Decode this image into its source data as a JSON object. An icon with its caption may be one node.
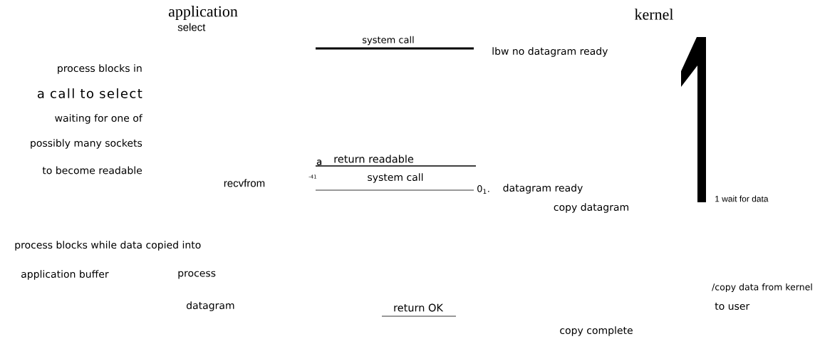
{
  "diagram": {
    "labels": [
      "application",
      "kernel",
      "select",
      "system call",
      "lbw no datagram ready",
      "process blocks in",
      "a call to select",
      "waiting for one of",
      "possibly many sockets",
      "to become readable",
      "a",
      "return readable",
      "-41",
      "system call",
      "recvfrom",
      "0$_{1}$.",
      "datagram ready",
      "copy datagram",
      "1 wait for data",
      "process blocks while data copied into",
      "application buffer",
      "process",
      "/copy data from kernel",
      "datagram",
      "return OK",
      "to user",
      "copy complete"
    ]
  }
}
